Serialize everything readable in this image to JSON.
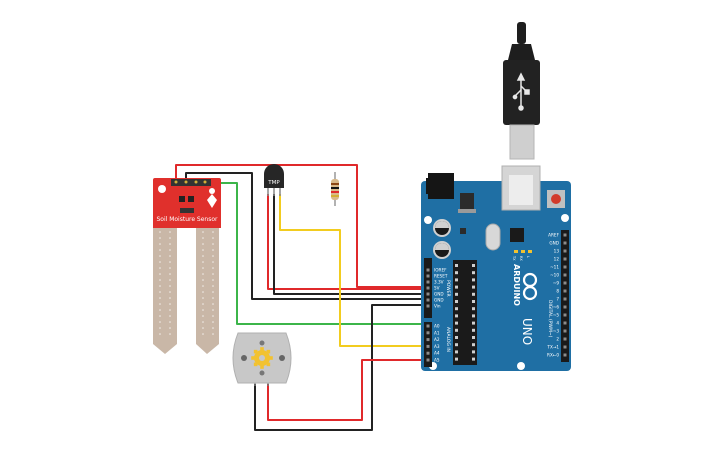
{
  "colors": {
    "wire_red": "#e0292b",
    "wire_black": "#222222",
    "wire_green": "#3cb54a",
    "wire_yellow": "#f2cc1f",
    "arduino_blue": "#1f6fa4",
    "sensor_red": "#e0302c",
    "probe_grey": "#c9b7a7",
    "motor_grey": "#c8c8c8"
  },
  "soil_sensor": {
    "label": "Soil Moisture Sensor"
  },
  "temp_sensor": {
    "label": "TMP"
  },
  "arduino": {
    "model": "UNO",
    "logo": "ARDUINO",
    "power_header_title": "POWER",
    "analog_header_title": "ANALOG IN",
    "digital_header_title": "DIGITAL (PWM~)",
    "power_pins": [
      "IOREF",
      "RESET",
      "3.3V",
      "5V",
      "GND",
      "GND",
      "Vin"
    ],
    "analog_pins": [
      "A0",
      "A1",
      "A2",
      "A3",
      "A4",
      "A5"
    ],
    "digital_pins": [
      "AREF",
      "GND",
      "13",
      "12",
      "~11",
      "~10",
      "~9",
      "8",
      "7",
      "~6",
      "~5",
      "4",
      "~3",
      "2",
      "TX→1",
      "RX←0"
    ],
    "led_labels": [
      "TX",
      "RX",
      "L"
    ]
  },
  "icons": {
    "usb": "usb-icon",
    "motor_shaft": "gear-icon"
  }
}
